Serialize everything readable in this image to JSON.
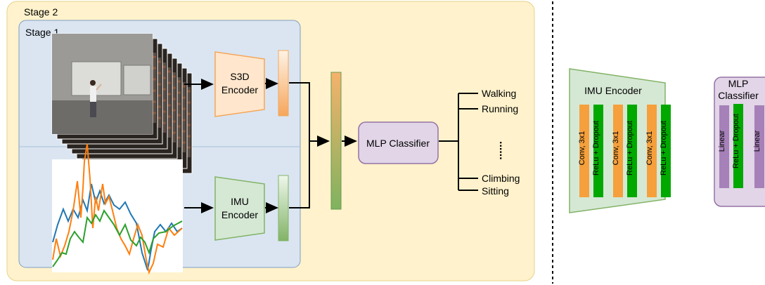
{
  "stage2": {
    "label": "Stage 2"
  },
  "stage1": {
    "label": "Stage 1"
  },
  "video_frames": {
    "alt": "Stacked RGB video frames of a person in a classroom"
  },
  "imu_plot": {
    "series_colors": [
      "#1f77b4",
      "#ff7f0e",
      "#2ca02c"
    ]
  },
  "s3d_encoder": {
    "line1": "S3D",
    "line2": "Encoder"
  },
  "imu_encoder": {
    "line1": "IMU",
    "line2": "Encoder"
  },
  "mlp_classifier": {
    "label": "MLP Classifier"
  },
  "outputs": {
    "walking": "Walking",
    "running": "Running",
    "ellipsis": "......",
    "climbing": "Climbing",
    "sitting": "Sitting"
  },
  "imu_encoder_detail": {
    "title": "IMU Encoder",
    "conv_label": "Conv, 3x1",
    "relu_label": "ReLu + Dropout"
  },
  "mlp_detail": {
    "title_line1": "MLP",
    "title_line2": "Classifier",
    "linear_label": "Linear",
    "relu_label": "ReLu + Dropout"
  },
  "colors": {
    "stage2_bg": "#fff2cc",
    "stage2_border": "#e6d38a",
    "stage1_bg": "#dae5f1",
    "stage1_border": "#7d9dc2",
    "s3d_fill": "#ffe6cc",
    "s3d_border": "#f5a65b",
    "imu_fill": "#d5e8d4",
    "imu_border": "#82b366",
    "mlp_fill": "#e1d5e7",
    "mlp_border": "#9673a6",
    "conv_orange": "#f5a03c",
    "relu_green": "#00a800",
    "linear_purple": "#a680b8"
  }
}
